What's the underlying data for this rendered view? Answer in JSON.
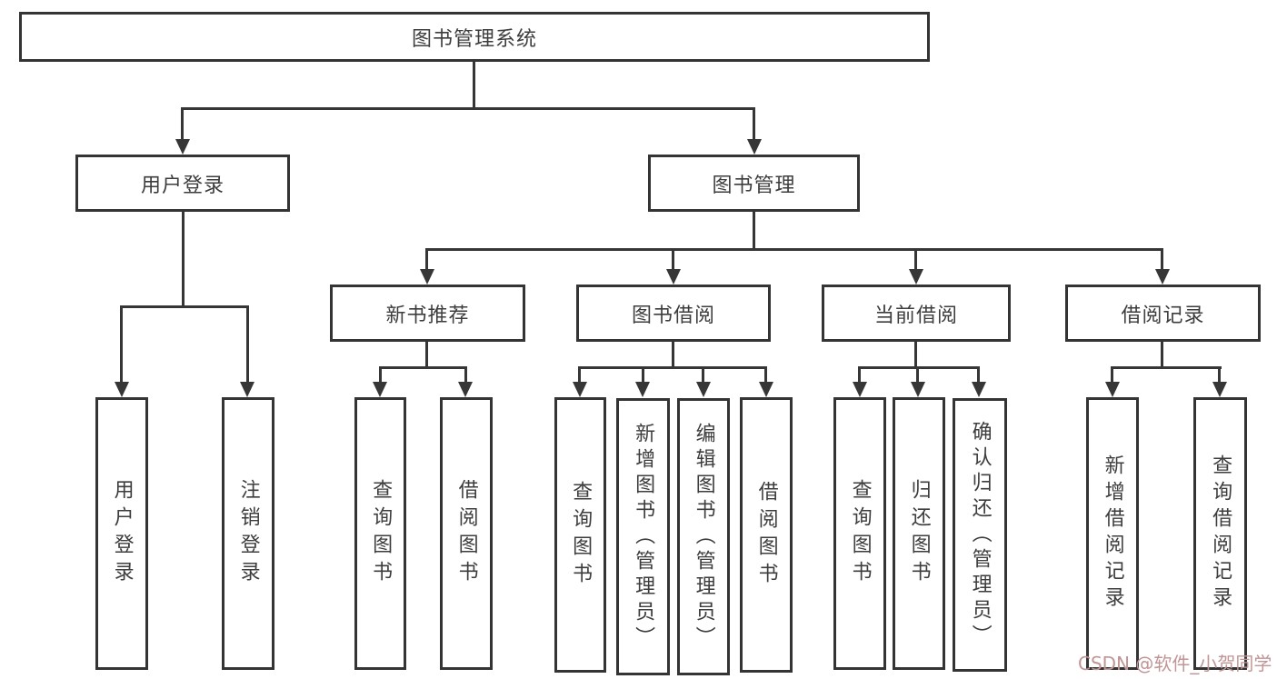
{
  "watermark": {
    "text": "CSDN @软件_小贺同学",
    "color": "#c09595"
  },
  "colors": {
    "background": "#ffffff",
    "box_border": "#343434",
    "connector_line": "#363636",
    "text": "#3d3d3d"
  },
  "tree": {
    "root": {
      "label": "图书管理系统",
      "children": [
        {
          "label": "用户登录",
          "children": [
            {
              "label": "用户登录"
            },
            {
              "label": "注销登录"
            }
          ]
        },
        {
          "label": "图书管理",
          "children": [
            {
              "label": "新书推荐",
              "children": [
                {
                  "label": "查询图书"
                },
                {
                  "label": "借阅图书"
                }
              ]
            },
            {
              "label": "图书借阅",
              "children": [
                {
                  "label": "查询图书"
                },
                {
                  "label": "新增图书（管理员）"
                },
                {
                  "label": "编辑图书（管理员）"
                },
                {
                  "label": "借阅图书"
                }
              ]
            },
            {
              "label": "当前借阅",
              "children": [
                {
                  "label": "查询图书"
                },
                {
                  "label": "归还图书"
                },
                {
                  "label": "确认归还（管理员）"
                }
              ]
            },
            {
              "label": "借阅记录",
              "children": [
                {
                  "label": "新增借阅记录"
                },
                {
                  "label": "查询借阅记录"
                }
              ]
            }
          ]
        }
      ]
    }
  }
}
